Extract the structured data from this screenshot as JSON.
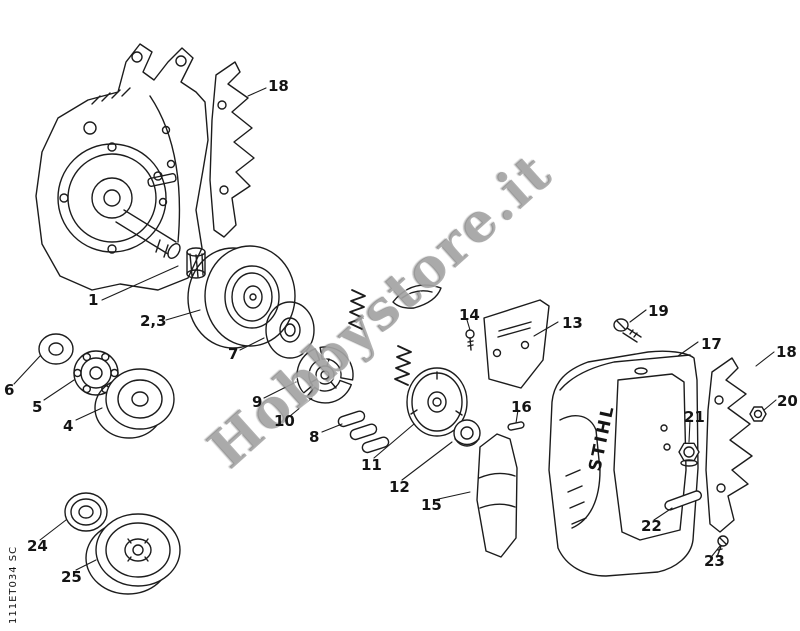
{
  "watermark": {
    "text": "Hobbystore.it"
  },
  "footer": {
    "code": "111ET034 SC"
  },
  "cover": {
    "brand": "STIHL"
  },
  "callouts": {
    "n18_top": "18",
    "n1": "1",
    "n2_3": "2,3",
    "n6": "6",
    "n5": "5",
    "n4": "4",
    "n7": "7",
    "n9": "9",
    "n10": "10",
    "n8": "8",
    "n11": "11",
    "n12": "12",
    "n15": "15",
    "n14": "14",
    "n16": "16",
    "n13": "13",
    "n19": "19",
    "n17": "17",
    "n18_right": "18",
    "n20": "20",
    "n21": "21",
    "n22": "22",
    "n23": "23",
    "n24": "24",
    "n25": "25"
  }
}
